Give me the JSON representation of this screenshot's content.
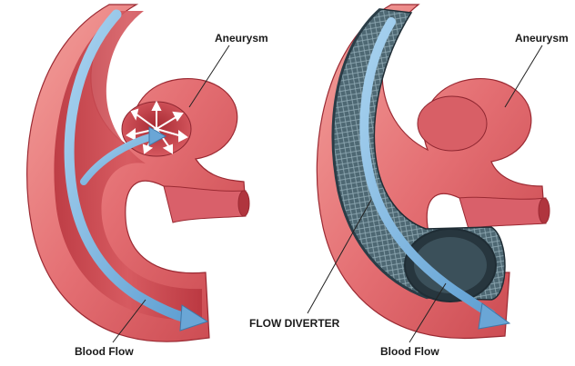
{
  "labels": {
    "left_aneurysm": "Aneurysm",
    "right_aneurysm": "Aneurysm",
    "left_blood_flow": "Blood Flow",
    "right_blood_flow": "Blood Flow",
    "flow_diverter": "FLOW DIVERTER"
  },
  "colors": {
    "vessel_outer": "#e9797b",
    "vessel_inner": "#c9444b",
    "vessel_highlight": "#f6b3ad",
    "vessel_edge": "#9b2a33",
    "blood_flow_arrow": "#7fb6dd",
    "blood_flow_arrow_edge": "#3f78a8",
    "diverter_mesh": "#3d5560",
    "diverter_dark": "#1f2d35",
    "label_text": "#1a1a1a",
    "leader_line": "#222222"
  }
}
